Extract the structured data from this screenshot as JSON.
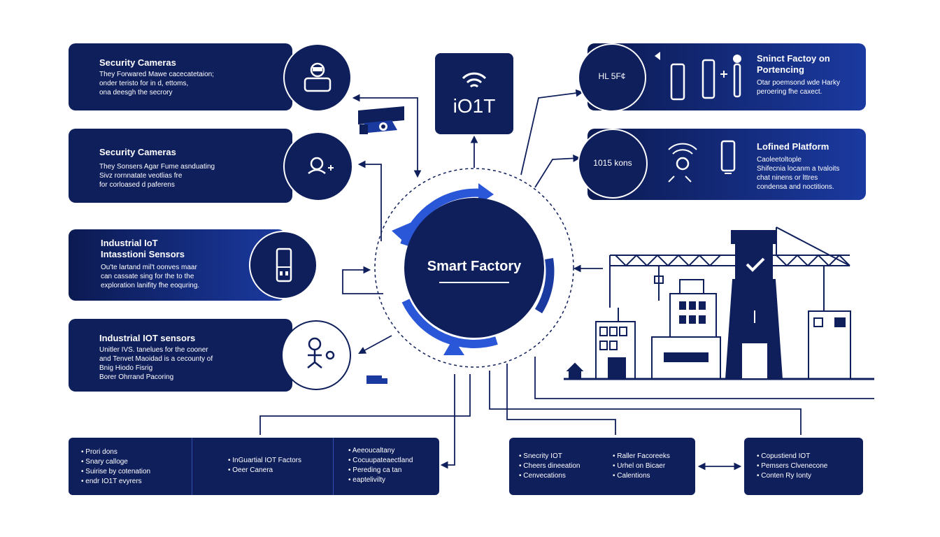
{
  "colors": {
    "navy": "#0f1f5c",
    "blue": "#1b3aa0",
    "accent": "#2a56d8"
  },
  "center": {
    "label": "Smart Factory"
  },
  "hub": {
    "label": "iO1T",
    "icon": "wifi-icon"
  },
  "left_cards": [
    {
      "title": "Security Cameras",
      "lines": [
        "They Forwared Mawe cacecatetaion;",
        "onder teristo for in d, ettoms,",
        "ona deesgh the secrory"
      ],
      "icon": "person-icon"
    },
    {
      "title": "Security Cameras",
      "lines": [
        "They Sonsers Agar Fume asnduating",
        "Sivz rornnatate veotlias fre",
        "for corloased d paferens"
      ],
      "icon": "user-gear-icon"
    },
    {
      "title_lines": [
        "Industrial IoT",
        "Intasstioni Sensors"
      ],
      "lines": [
        "Ou'te lartand mil't oonves maar",
        "can cassate sing for the to the",
        "exploration lanifity fhe eoquring."
      ],
      "icon": "sensor-device-icon"
    },
    {
      "title": "Industrial IOT sensors",
      "lines": [
        "Unitler IVS. tanelues for the cooner",
        "and Tenvet Maoidad is a cecounty of",
        "Bnig Hiodo Fisrig",
        "Borer Ohrrand Pacoring"
      ],
      "icon": "gear-person-icon"
    }
  ],
  "right_cards": [
    {
      "badge": "HL 5F¢",
      "title_lines": [
        "Sninct Factoy on",
        "Portencing"
      ],
      "lines": [
        "Otar poemsond wde Harky",
        "peroering fhe caxect."
      ],
      "icon": "devices-icon"
    },
    {
      "badge": "1015 kons",
      "title": "Lofined Platform",
      "lines": [
        "Caoleetoltople",
        "Shifecnia locanm a tvaloits",
        "chat ninens or lttres",
        "condensa and noctitions."
      ],
      "icon": "signal-icon"
    }
  ],
  "bottom_left": {
    "columns": [
      [
        "Prori dons",
        "Snary calloge",
        "Suirise by cotenation",
        "endr IO1T evyrers"
      ],
      [
        "InGuartial IOT Factors",
        "Oeer Canera"
      ],
      [
        "Aeeoucaltany",
        "Cocuupateaectland",
        "Pereding ca tan",
        "eaptelivilty"
      ]
    ]
  },
  "bottom_right_a": {
    "columns": [
      [
        "Snecrity IOT",
        "Cheers dineeation",
        "Cenvecations"
      ],
      [
        "Raller Facoreeks",
        "Urhel on Bicaer",
        "Calentions"
      ]
    ]
  },
  "bottom_right_b": {
    "columns": [
      [
        "Copustiend IOT",
        "Pemsers Clvenecone",
        "Conten Ry Ionty"
      ]
    ]
  }
}
